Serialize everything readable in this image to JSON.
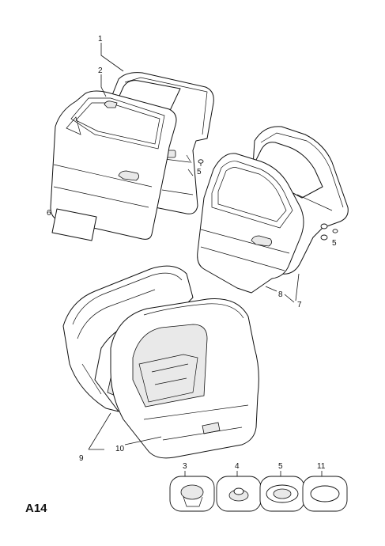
{
  "figure": {
    "code": "A14"
  },
  "callouts": {
    "c1": "1",
    "c2": "2",
    "c5_front": "5",
    "c6": "6",
    "c5_rear": "5",
    "c8": "8",
    "c7": "7",
    "c9": "9",
    "c10": "10"
  },
  "small_parts": [
    {
      "label": "3",
      "icon": "plug-cap-icon"
    },
    {
      "label": "4",
      "icon": "grommet-icon"
    },
    {
      "label": "5",
      "icon": "flat-plug-icon"
    },
    {
      "label": "11",
      "icon": "sealing-pad-icon"
    }
  ]
}
